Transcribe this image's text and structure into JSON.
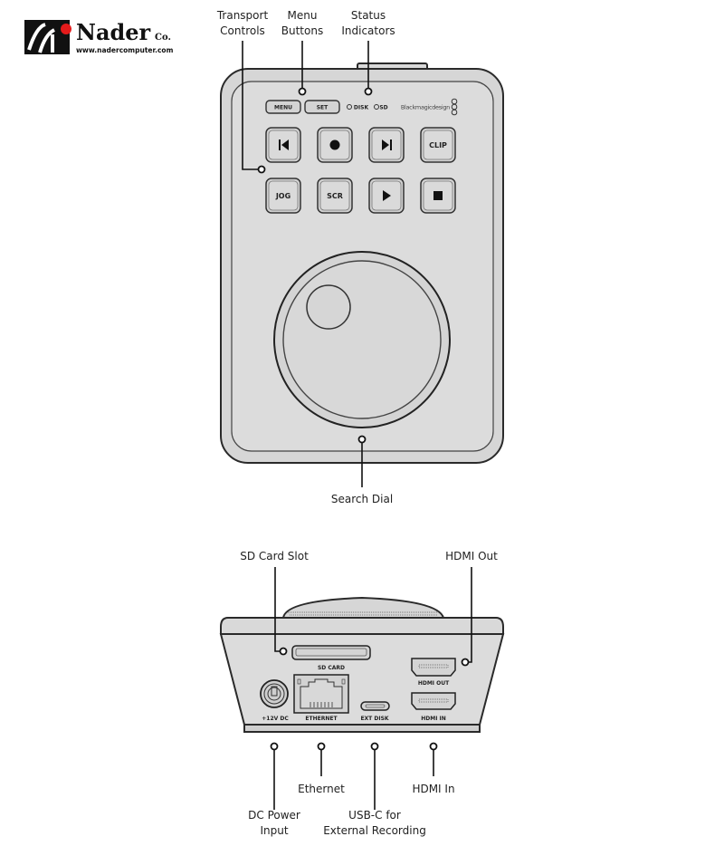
{
  "logo": {
    "name": "Nader",
    "suffix": "Co.",
    "url": "www.nadercomputer.com"
  },
  "top_view": {
    "callouts": {
      "transport": [
        "Transport",
        "Controls"
      ],
      "menu": [
        "Menu",
        "Buttons"
      ],
      "status": [
        "Status",
        "Indicators"
      ],
      "dial": "Search Dial"
    },
    "panel": {
      "menu_button": "MENU",
      "set_button": "SET",
      "disk_led": "DISK",
      "sd_led": "SD",
      "brand": "Blackmagicdesign"
    },
    "buttons": {
      "clip": "CLIP",
      "jog": "JOG",
      "scr": "SCR"
    }
  },
  "rear_view": {
    "callouts": {
      "sd": "SD Card Slot",
      "hdmi_out": "HDMI Out",
      "dc": [
        "DC Power",
        "Input"
      ],
      "ethernet": "Ethernet",
      "usbc": [
        "USB-C for",
        "External Recording"
      ],
      "hdmi_in": "HDMI In"
    },
    "port_labels": {
      "sd": "SD CARD",
      "hdmi_out": "HDMI OUT",
      "dc": "+12V DC",
      "ethernet": "ETHERNET",
      "ext_disk": "EXT DISK",
      "hdmi_in": "HDMI IN"
    }
  }
}
